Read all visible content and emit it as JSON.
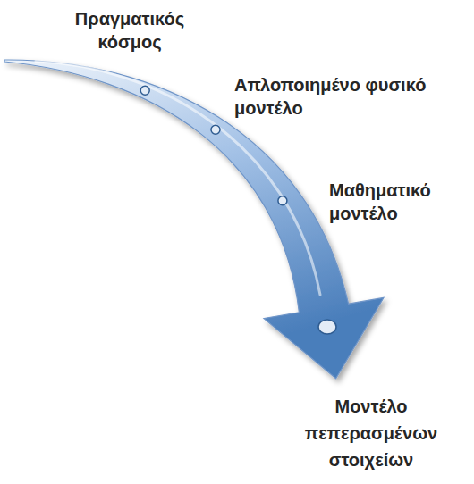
{
  "diagram": {
    "labels": [
      "Πραγματικός κόσμος",
      "Απλοποιημένο φυσικό μοντέλο",
      "Μαθηματικό μοντέλο",
      "Μοντέλο πεπερασμένων στοιχείων"
    ]
  }
}
